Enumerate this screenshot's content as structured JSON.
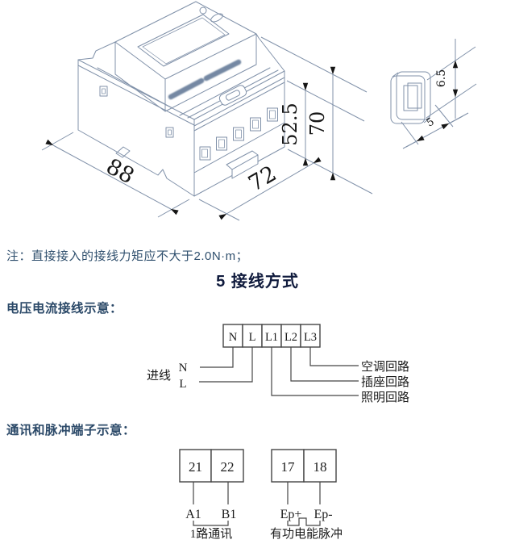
{
  "document": {
    "note": "注：直接接入的接线力矩应不大于2.0N·m；",
    "section_heading": "5 接线方式",
    "voltage_section_heading": "电压电流接线示意：",
    "comm_section_heading": "通讯和脉冲端子示意："
  },
  "dimension_drawing": {
    "depth": "88",
    "width": "72",
    "body_height": "52.5",
    "total_height": "70",
    "clip_detail": {
      "height": "6.5",
      "thickness": "5"
    }
  },
  "voltage_wiring": {
    "terminals": [
      "N",
      "L",
      "L1",
      "L2",
      "L3"
    ],
    "inlet": {
      "label": "进线",
      "lines": [
        "N",
        "L"
      ]
    },
    "circuits": [
      "空调回路",
      "插座回路",
      "照明回路"
    ]
  },
  "comm_wiring": {
    "comm": {
      "terminals": [
        "21",
        "22"
      ],
      "pins": [
        "A1",
        "B1"
      ],
      "label": "1路通讯"
    },
    "pulse": {
      "terminals": [
        "17",
        "18"
      ],
      "pins": [
        "Ep+",
        "Ep-"
      ],
      "label": "有功电能脉冲"
    }
  },
  "colors": {
    "drawing_line": "#8091a9",
    "arrow": "#151515",
    "dimension_text": "#161616",
    "diagram_line": "#454545",
    "note_text": "#30506e",
    "heading_text": "#101b3d",
    "subheading_text": "#2b4968"
  }
}
